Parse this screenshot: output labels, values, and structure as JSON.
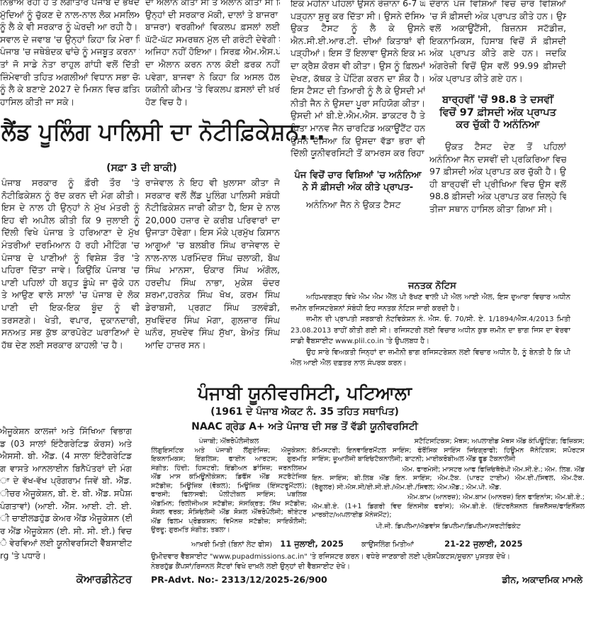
{
  "top": {
    "col1": [
      "ਨਿਭਾਅ ਰਹੀ ਹੈ ਤੇ ਲਗਾਤਾਰ ਪੰਜਾਬ ਦੇ ਭਖਦੇ",
      "ਮੁੱਦਿਆਂ ਨੂੰ ਚੁੱਕਣ ਦੇ ਨਾਲ-ਨਾਲ ਲੋਕ ਮਸਲਿਆਂ",
      "ਨੂੰ ਲੈ ਕੇ ਵੀ ਸਰਕਾਰ ਨੂੰ ਘੇਰਦੀ ਆ ਰਹੀ ਹੈ। ਇਕ",
      "ਸਵਾਲ ਦੇ ਜਵਾਬ 'ਚ ਉਨ੍ਹਾਂ ਕਿਹਾ ਕਿ ਮੇਰਾ ਧਿਆਨ",
      "ਪੰਜਾਬ 'ਚ ਜਥੇਬੰਦਕ ਢਾਂਚੇ ਨੂੰ ਮਜਬੂਤ ਕਰਨਾ ਹੈ",
      "ਤਾਂ ਜੋ ਸਾਡੇ ਨੇਤਾ ਰਾਹੁਲ ਗਾਂਧੀ ਵਲੋਂ ਦਿੱਤੀ",
      "ਜ਼ਿੰਮੇਵਾਰੀ ਤਹਿਤ ਅਗਲੀਆਂ ਵਿਧਾਨ ਸਭਾ ਚੋਣਾਂ",
      "ਨੂੰ ਲੈ ਕੇ ਬਣਾਏ 2027 ਦੇ ਮਿਸ਼ਨ ਵਿਚ ਫ਼ਤਿਹ",
      "ਹਾਸਿਲ ਕੀਤੀ ਜਾ ਸਕੇ।"
    ],
    "col2": [
      "ਦਾ ਐਲਾਨ ਕੀਤਾ ਸੀ ਤੇ ਐਲਾਨ ਕੀਤਾ ਸੀ ਕਿ",
      "ਉਨ੍ਹਾਂ ਦੀ ਸਰਕਾਰ ਮੱਕੀ, ਦਾਲਾਂ ਤੇ ਬਾਜਰਾ (ਮੋਤੀ",
      "ਬਾਜਰਾ) ਵਰਗੀਆਂ ਵਿਕਲਪ ਫ਼ਸਲਾਂ ਲਈ",
      "ਘੱਟੋ-ਘੱਟ ਸਮਰਥਨ ਮੁੱਲ ਦੀ ਗਰੰਟੀ ਦੇਵੇਗੀ ਪਰ",
      "ਅਜਿਹਾ ਨਹੀਂ ਹੋਇਆ। ਸਿਰਫ਼ ਐਮ.ਐਸ.ਪੀ.",
      "ਦਾ ਐਲਾਨ ਕਰਨ ਨਾਲ ਕੋਈ ਫ਼ਰਕ ਨਹੀਂ",
      "ਪਵੇਗਾ, ਬਾਜਵਾ ਨੇ ਕਿਹਾ ਕਿ ਅਸਲ ਹੱਲ",
      "ਯਕੀਨੀ ਕੀਮਤ 'ਤੇ ਵਿਕਲਪ ਫ਼ਸਲਾਂ ਦੀ ਖ਼ਰੀਦ",
      "ਹੋਣ ਵਿਚ ਹੈ।"
    ],
    "col3": [
      "ਇਕ ਮਹੀਨਾ ਪਹਿਲਾਂ ਉਸਨੇ ਰੋਜ਼ਾਨਾ 6-7 ਘੰਟੇ",
      "ਪੜ੍ਹਨਾ ਸ਼ੁਰੂ ਕਰ ਦਿੱਤਾ ਸੀ। ਉਸਨੇ ਦੱਸਿਆ ਕਿ",
      "ਉਕਤ ਟੈਸਟ ਨੂੰ ਲੈ ਕੇ ਉਸਨੇ",
      "ਐਨ.ਸੀ.ਈ.ਆਰ.ਟੀ. ਦੀਆਂ ਕਿਤਾਬਾਂ ਵੀ",
      "ਪੜ੍ਹੀਆਂ। ਇਸ ਤੋਂ ਇਲਾਵਾ ਉਸਨੇ ਇਕ ਮਹੀਨੇ",
      "ਦਾ ਕ੍ਰੈਸ਼ ਕੋਰਸ ਵੀ ਕੀਤਾ। ਉਸ ਨੂੰ ਫ਼ਿਲਮਾਂ",
      "ਦੇਖਣ, ਕੱਥਕ ਤੇ ਪੇਂਟਿੰਗ ਕਰਨ ਦਾ ਸ਼ੌਕ ਹੈ।",
      "ਇਸ ਟੈਸਟ ਦੀ ਤਿਆਰੀ ਨੂੰ ਲੈ ਕੇ ਉਸਦੀ ਮਾਂ",
      "ਨੀਤੀ ਜੈਨ ਨੇ ਉਸਦਾ ਪੂਰਾ ਸਹਿਯੋਗ ਕੀਤਾ।",
      "ਉਸਦੀ ਮਾਂ ਬੀ.ਏ.ਐਮ.ਐਸ. ਡਾਕਟਰ ਹੈ ਤੇ",
      "ਪਿਤਾ ਮਾਨਵ ਜੈਨ ਚਾਰਟਿਡ ਅਕਾਊਂਟੈਂਟ ਹਨ।",
      "ਉਸਨੇ ਦੱਸਿਆ ਕਿ ਉਸਦਾ ਵੱਡਾ ਭਰਾ ਵੀ",
      "ਦਿੱਲੀ ਯੂਨੀਵਰਸਿਟੀ ਤੋਂ ਕਾਮਰਸ ਕਰ ਰਿਹਾ ਹੈ।"
    ],
    "col3_subhead": [
      "ਪੰਜ ਵਿਚੋਂ ਚਾਰ ਵਿਸ਼ਿਆਂ 'ਚ ਅਨੰਨਿਆ",
      "ਨੇ ਸੌ ਫ਼ੀਸਦੀ ਅੰਕ ਕੀਤੇ ਪ੍ਰਾਪਤ-"
    ],
    "col3_tail": [
      "ਅਨੰਨਿਆ ਜੈਨ ਨੇ ਉਕਤ ਟੈਸਟ"
    ],
    "col4": [
      "ਦੌਰਾਨ ਪੰਜ ਵਿਸ਼ਿਆਂ ਵਿਚ ਚਾਰ ਵਿਸ਼ਿਆਂ",
      "'ਚ ਸੌ ਫ਼ੀਸਦੀ ਅੰਕ ਪ੍ਰਾਪਤ ਕੀਤੇ ਹਨ। ਉਸ",
      "ਵਲੋਂ ਅਕਾਊਂਟੈਂਸੀ, ਬਿਜ਼ਨਸ ਸਟੱਡੀਜ਼,",
      "ਇਕਨਾਮਿਕਸ, ਹਿਸਾਬ ਵਿਚੋਂ ਸੌ ਫ਼ੀਸਦੀ",
      "ਅੰਕ ਪ੍ਰਾਪਤ ਕੀਤੇ ਗਏ ਹਨ। ਜਦਕਿ",
      "ਅੰਗਰੇਜ਼ੀ ਵਿਚੋਂ ਉਸ ਵਲੋਂ 99.99 ਫ਼ੀਸਦੀ",
      "ਅੰਕ ਪ੍ਰਾਪਤ ਕੀਤੇ ਗਏ ਹਨ।"
    ],
    "col4_subhead": [
      "ਬਾਰ੍ਹਵੀਂ 'ਚੋਂ 98.8 ਤੇ ਦਸਵੀਂ",
      "ਵਿਚੋਂ 97 ਫ਼ੀਸਦੀ ਅੰਕ ਪ੍ਰਾਪਤ",
      "ਕਰ ਚੁੱਕੀ ਹੈ ਅਨੰਨਿਆ"
    ],
    "col4_tail": [
      "ਉਕਤ ਟੈਸਟ ਦੇਣ ਤੋਂ ਪਹਿਲਾਂ",
      "ਅਨੰਨਿਆ ਜੈਨ ਦਸਵੀਂ ਦੀ ਪ੍ਰਕਿਰਿਆ ਵਿਚ",
      "97 ਫ਼ੀਸਦੀ ਅੰਕ ਪ੍ਰਾਪਤ ਕਰ ਚੁੱਕੀ ਹੈ। ਉਥੇ",
      "ਹੀ ਬਾਰ੍ਹਵੀਂ ਦੀ ਪ੍ਰੀਖਿਆ ਵਿਚ ਉਸ ਵਲੋਂ",
      "98.8 ਫ਼ੀਸਦੀ ਅੰਕ ਪ੍ਰਾਪਤ ਕਰ ਜ਼ਿਲ੍ਹੇ ਵਿਚੋਂ",
      "ਤੀਜਾ ਸਥਾਨ ਹਾਸਿਲ ਕੀਤਾ ਗਿਆ ਸੀ।"
    ]
  },
  "land": {
    "headline": "ਲੈਂਡ ਪੂਲਿੰਗ ਪਾਲਿਸੀ ਦਾ ਨੋਟੀਫ਼ਿਕੇਸ਼ਨ...",
    "continued": "(ਸਫ਼ਾ 3 ਦੀ ਬਾਕੀ)",
    "col1": [
      "ਪੰਜਾਬ ਸਰਕਾਰ ਨੂੰ ਫ਼ੌਰੀ ਤੌਰ 'ਤੇ",
      "ਨੋਟੀਫ਼ਿਕੇਸ਼ਨ ਨੂੰ ਰੱਦ ਕਰਨ ਦੀ ਮੰਗ ਕੀਤੀ।",
      "ਇਸ ਦੇ ਨਾਲ ਹੀ ਉਨ੍ਹਾਂ ਨੇ ਮੁੱਖ ਮੰਤਰੀ ਨੂੰ",
      "ਇਹ ਵੀ ਅਪੀਲ ਕੀਤੀ ਕਿ 9 ਜੁਲਾਈ ਨੂੰ",
      "ਦਿੱਲੀ ਵਿਖੇ ਪੰਜਾਬ ਤੇ ਹਰਿਆਣਾ ਦੇ ਮੁੱਖ",
      "ਮੰਤਰੀਆਂ ਦਰਮਿਆਨ ਹੋ ਰਹੀ ਮੀਟਿੰਗ 'ਚ",
      "ਪੰਜਾਬ ਦੇ ਪਾਣੀਆਂ ਨੂੰ ਵਿਸ਼ੇਸ਼ ਤੌਰ 'ਤੇ",
      "ਪਹਿਰਾ ਦਿੱਤਾ ਜਾਵੇ। ਕਿਉਂਕਿ ਪੰਜਾਬ 'ਚ",
      "ਪਾਣੀ ਪਹਿਲਾਂ ਹੀ ਬਹੁਤ ਡੂੰਘੇ ਜਾ ਚੁੱਕੇ ਹਨ",
      "ਤੇ ਆਉਣ ਵਾਲੇ ਸਾਲਾਂ 'ਚ ਪੰਜਾਬ ਦੇ ਲੋਕ",
      "ਪਾਣੀ ਦੀ ਇਕ-ਇਕ ਬੂੰਦ ਨੂੰ ਵੀ",
      "ਤਰਸਣਗੇ। ਖੇਤੀ, ਵਪਾਰ, ਦੁਕਾਨਦਾਰੀ,",
      "ਸਨਅਤ ਸਭ ਕੁੱਝ ਕਾਰਪੋਰੇਟ ਘਰਾਣਿਆਂ ਦੇ",
      "ਹੱਥ ਦੇਣ ਲਈ ਸਰਕਾਰ ਕਾਹਲੀ 'ਚ ਹੈ।"
    ],
    "col2": [
      "ਰਾਜੇਵਾਲ ਨੇ ਇਹ ਵੀ ਖ਼ੁਲਾਸਾ ਕੀਤਾ ਜੋ",
      "ਸਰਕਾਰ ਵਲੋਂ ਲੈਂਡ ਪੂਲਿੰਗ ਪਾਲਿਸੀ ਸਬੰਧੀ",
      "ਨੋਟੀਫ਼ਿਕੇਸ਼ਨ ਜਾਰੀ ਕੀਤਾ ਹੈ, ਇਸ ਦੇ ਨਾਲ",
      "20,000 ਹਜ਼ਾਰ ਦੇ ਕਰੀਬ ਪਰਿਵਾਰਾਂ ਦਾ",
      "ਉਜਾੜਾ ਹੋਵੇਗਾ। ਇਸ ਮੌਕੇ ਪ੍ਰਮੁੱਖ ਕਿਸਾਨ",
      "ਆਗੂਆਂ 'ਚ ਬਲਬੀਰ ਸਿੰਘ ਰਾਜੇਵਾਲ ਦੇ",
      "ਨਾਲ-ਨਾਲ ਪਰਮਿੰਦਰ ਸਿੰਘ ਚਲਾਕੀ, ਬੋਘ",
      "ਸਿੰਘ ਮਾਨਸਾ, ਓਂਕਾਰ ਸਿੰਘ ਅੰਗੋਲ,",
      "ਹਰਦੀਪ ਸਿੰਘ ਨਾਭਾ, ਮੁਕੇਸ਼ ਚੰਦਰ",
      "ਸ਼ਰਮਾ,ਹਰਨੇਕ ਸਿੰਘ ਖੋਖ, ਕਰਮ ਸਿੰਘ",
      "ਡੇਰਾਬਸੀ, ਪ੍ਰਗਟ ਸਿੰਘ ਤਲਵੰਡੀ,",
      "ਸੁਖਵਿੰਦਰ ਸਿੰਘ ਮੋਗਾ, ਗੁਲਜ਼ਾਰ ਸਿੰਘ",
      "ਘਨੌਰ, ਸੁਖਦੇਵ ਸਿੰਘ ਸੁੱਖਾ, ਬੇਅੰਤ ਸਿੰਘ",
      "ਆਦਿ ਹਾਜ਼ਰ ਸਨ।"
    ]
  },
  "notice": {
    "title": "ਜਨਤਕ ਨੋਟਿਸ",
    "lines": [
      "ਅਹਿਮਦਗੜ੍ਹ ਵਿਖੇ ਐਮ ਐਮ ਐੱਲ ਪੀ ਰੱਖਣ ਵਾਲੀ ਪੀ ਐਲ ਆਈ ਐਲ, ਇਸ ਦੁਆਰਾ ਵਿਚਾਰ ਅਧੀਨ",
      "ਜ਼ਮੀਨ ਰਜਿਸਟਰੇਸ਼ਨਾਂ ਸੰਬੰਧੀ ਇਹ ਜਨਤਕ ਨੋਟਿਸ ਜਾਰੀ ਕਰਦੀ ਹੈ।",
      "ਜ਼ਮੀਨ ਦੀ ਪ੍ਰਾਪਤੀ ਸਰਕਾਰੀ ਨੋਟਵਿਕੇਸ਼ਨ ਨੰ. ਐਸ. ਓ. 70/ਸੀ. ਏ. 1/1894/ਐਸ.4/2013 ਮਿਤੀ",
      "23.08.2013 ਰਾਹੀਂ ਕੀਤੀ ਗਈ ਸੀ। ਰਜਿਸਟਰੀ ਲਈ ਵਿਚਾਰ ਅਧੀਨ ਕੁਝ ਜ਼ਮੀਨ ਦਾ ਭਾਗ ਜਿਸ ਦਾ ਵੇਰਵਾ",
      "ਸਾਡੀ ਵੈੱਬਸਾਈਟ www.plil.co.in 'ਤੇ ਉਪਲਬਧ ਹੈ।",
      "ਉਹ ਸਾਰੇ ਵਿਅਕਤੀ ਜਿਨ੍ਹਾਂ ਦਾ ਜ਼ਮੀਨੀ ਭਾਗ ਰਜਿਸਟਰੇਸ਼ਨ ਲਈ ਵਿਚਾਰ ਅਧੀਨ ਹੈ, ਨੂੰ ਬੇਨਤੀ ਹੈ ਕਿ ਪੀ",
      "ਐਲ ਆਈ ਐਲ ਦਫ਼ਤਰ ਨਾਲ ਸੰਪਰਕ ਕਰਨ।"
    ]
  },
  "left_ad": {
    "lines": [
      "ਐਜੂਕੇਸ਼ਨ ਕਾਲਜਾਂ ਅਤੇ ਸਿੱਖਿਆ ਵਿਭਾਗ",
      "ਡ (03 ਸਾਲਾਂ ਇੰਟੈਗਰੇਟਿਡ ਕੋਰਸ) ਅਤੇ",
      "ਐਸਸੀ. ਬੀ. ਐੱਡ. (4 ਸਾਲਾ ਇੰਟੈਗਰੇਟਿਡ",
      "ਗ ਵਾਸਤੇ ਆਨਲਾਈਨ ਬਿਨੈਪੱਤਰਾਂ ਦੀ ਮੰਗ",
      "ਾ ਦੇ ਵੱਖ-ਵੱਖ ਪ੍ਰੋਗਰਾਮ ਜਿਵੇਂ ਬੀ. ਐੱਡ.",
      "ੀਚਰ ਐਜੂਕੇਸ਼ਨ, ਬੀ. ਏ. ਬੀ. ਐੱਡ. ਸਪੈਸ਼ਲ",
      "ਪੰਗਤਾਵਾਂ) (ਆਈ. ਐੱਸ. ਆਈ. ਟੀ. ਈ.",
      "ੀ ਚਾਈਲਡਹੁੱਡ ਕੇਅਰ ਐਂਡ ਐਜੂਕੇਸ਼ਨ (ਈ.",
      "ਰ ਐਂਡ ਐਜੂਕੇਸ਼ਨ (ਈ. ਸੀ. ਸੀ. ਈ.) ਵਿਚ",
      "ੇ ਵੇਰਵਿਆਂ ਲਈ ਯੂਨੀਵਰਸਿਟੀ ਵੈੱਬਸਾਈਟ",
      "rg 'ਤੇ ਪਧਾਰੋ।"
    ],
    "signature": "ਕੋਆਰਡੀਨੇਟਰ"
  },
  "university": {
    "title": "ਪੰਜਾਬੀ ਯੂਨੀਵਰਸਿਟੀ, ਪਟਿਆਲਾ",
    "subtitle": "(1961 ਦੇ ਪੰਜਾਬ ਐਕਟ ਨੰ. 35 ਤਹਿਤ ਸਥਾਪਿਤ)",
    "naac": "NAAC ਗ੍ਰੇਡ A+ ਅਤੇ ਪੰਜਾਬ ਦੀ ਸਭ ਤੋਂ ਵੱਡੀ ਯੂਨੀਵਰਸਿਟੀ",
    "left_first": "ਪੰਜਾਬੀ; ਐਂਥਰੋਪੋਲੋਜੀਕਲ",
    "left_lines": [
      "ਲਿੰਗੁਇਸਟਿਕ ਅਤੇ ਪੰਜਾਬੀ ਲੈਂਗੁਏਜਿਜ਼; ਐਜੂਕੇਸ਼ਨ;",
      "ਇਕਨਾਮਿਕਸ; ਇੰਗਲਿਸ਼; ਫਾਈਨ ਆਰਟਸ; ਗੁਰਮਤਿ",
      "ਸੰਗੀਤ; ਹਿੰਦੀ; ਹਿਸਟਰੀ; ਇੰਡੀਅਨ ਡਾਂਸਿਜ਼; ਜਰਨਲਿਜ਼ਮ",
      "ਐਂਡ ਮਾਸ ਕਮਿਊਨੀਕੇਸ਼ਨ; ਡਿਫੈਂਸ ਐਂਡ ਸਟਰੈਟੇਜਿਕ",
      "ਸਟੱਡੀਜ਼; ਮਿਊਜ਼ਿਕ (ਵੋਕਲ); ਮਿਊਜ਼ਿਕ (ਇੰਸਟਰੂਮੈਂਟਲ);",
      "ਫਾਰਸੀ; ਫਿਲਾਸਫੀ; ਪੋਲੀਟੀਕਲ ਸਾਇੰਸ; ਪਬਲਿਕ",
      "ਐਡਮਿਨ; ਰਿਲੀਜੀਅਸ ਸਟੱਡੀਜ਼; ਸੰਸਕ੍ਰਿਤ; ਸਿੱਖ ਸਟੱਡੀਜ਼;",
      "ਸੋਸ਼ਲ ਵਰਕ; ਸੋਸ਼ਿਓਲੋਜੀ ਐਂਡ ਸੋਸ਼ਲ ਐਂਥਰੋਪੋਲੋਜੀ; ਥੀਏਟਰ",
      "ਐਂਡ ਫਿਲਮ ਪ੍ਰੋਡਕਸ਼ਨ; ਵਿਮੈਨਜ਼ ਸਟੱਡੀਜ਼; ਸਾਇਕੋਲੋਜੀ;",
      "ਉਰਦੂ; ਗੁਰਮਤਿ ਸੰਗੀਤ; ਤਬਲਾ।"
    ],
    "right_first": "ਸਟੈਟਿਸਟਿਕਸ; ਮੈਥਸ; ਅਪਲਾਈਡ ਮੈਥਸ ਐਂਡ ਕੰਪਿਊਟਿੰਗ; ਫਿਜ਼ਿਕਸ;",
    "right_lines": [
      "ਕੈਮਿਸਟਰੀ; ਇਨਵਾਇਰਮੈਂਟਲ ਸਾਇੰਸ; ਫੌਰੈਂਸਿਕ ਸਾਇੰਸ ਜਿਓਗ੍ਰਾਫੀ; ਹਿਊਮਨ ਜੈਨੇਟਿਕਸ; ਸਪੋਰਟਸ",
      "ਸਾਇੰਸ; ਜ਼ੂਆਲੋਜੀ ਬਾਇਓਟੈਕਨਾਲੋਜੀ; ਬਾਟਨੀ; ਮਾਈਕਰੋਬੀਅਲ ਐਂਡ ਫੂਡ ਟੈਕਨਾਲੋਜੀ"
    ],
    "right_second": "ਐਮ. ਫਾਰਮੇਸੀ; ਮਾਸਟਰ ਆਫ ਫਿਜ਼ਿਓਥੈਰੇਪੀ ਐਮ.ਸੀ.ਏ.; ਐਮ. ਲਿਬ. ਐਂਡ",
    "right_lines2": [
      "ਇਨ. ਸਾਇੰਸ; ਬੀ.ਲਿਬ ਐਂਡ ਇਨ. ਸਾਇੰਸ; ਐਮ.ਟੈਕ. (ਪਾਰਟ ਟਾਈਮ) ਐਮ.ਈ./ਸਿਵਲ, ਐਮ.ਟੈਕ.",
      "(ਰੈਗੂਲਰ) ਸੀ.ਐਸ.ਸੀ/ਈ.ਸੀ.ਈ./ਐਮ.ਈ./ਸਿਵਲ; ਐਮ.ਐੱਡ.; ਐਮ.ਪੀ. ਐੱਡ."
    ],
    "right_third": "ਐਮ.ਕਾਮ (ਆਨਰਜ਼); ਐਮ.ਕਾਮ (ਆਨਰਜ਼) ਇਨ ਫਾਇਨਾਂਸ; ਐਮ.ਬੀ.ਏ.;",
    "right_lines3": [
      "ਐਮ.ਬੀ.ਏ. (1+1 ਡਿਗਰੀ ਵਿਦ ਇੰਨਸੀਕ ਫਰਾਂਸ); ਐਮ.ਬੀ.ਏ. (ਇੰਟਰਨੈਸ਼ਨਲ ਬਿਜ਼ਨੈੱਸਜ਼/ਫਾਇਨੈਂਸ਼ਲ",
      "ਮਾਰਕੀਟ/ਅਪਲਾਈਡ ਮੈਨੇਜਮੈਂਟ);"
    ],
    "pg_diploma": "ਪੀ.ਜੀ. ਡਿਪਲੋਮਾ/ਐਡਵਾਂਸ ਡਿਪਲੋਮਾ/ਡਿਪਲੋਮਾ/ਸਰਟੀਫਿਕੇਟ",
    "last_date_label": "ਆਖ਼ਰੀ ਮਿਤੀ (ਬਿਨਾਂ ਲੇਟ ਫੀਸ)",
    "last_date": "11 ਜੁਲਾਈ, 2025",
    "counselling_label": "ਕਾਉਂਸਲਿੰਗ ਮਿਤੀਆਂ",
    "counselling_dates": "21-22 ਜੁਲਾਈ, 2025",
    "register_line": "ਉਮੀਦਵਾਰ ਵੈੱਬਸਾਈਟ \"www.pupadmissions.ac.in\" 'ਤੇ ਰਜਿਸਟਰ ਕਰਨ। ਵਧੇਰੇ ਜਾਣਕਾਰੀ ਲਈ ਪ੍ਰੋਸਪੈਕਟਸ/ਸੂਚਨਾ ਪੁਸਤਕ ਦੇਖੋ।",
    "campus_line": "ਨੇਬਰਹੁੱਡ ਕੈਂਪਸਾਂ/ਰਿਜਨਲ ਸੈਂਟਰਾਂ ਵਿਖੇ ਦਾਖ਼ਲੇ ਲਈ ਉਨ੍ਹਾਂ ਦੀ ਵੈੱਬਸਾਈਟ ਦੇਖੋ।",
    "pr_advt": "PR-Advt. No:- 2313/12/2025-26/900",
    "signatory": "ਡੀਨ, ਅਕਾਦਮਿਕ ਮਾਮਲੇ"
  }
}
